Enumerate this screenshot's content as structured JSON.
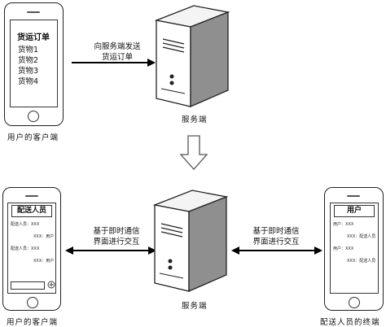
{
  "top": {
    "phone_caption": "用户的客户端",
    "order": {
      "title": "货运订单",
      "items": [
        "货物1",
        "货物2",
        "货物3",
        "货物4"
      ]
    },
    "arrow_label_line1": "向服务端发送",
    "arrow_label_line2": "货运订单",
    "server_caption": "服务端"
  },
  "bottom": {
    "left_phone_caption": "用户的客户端",
    "left_chat_title": "配送人员",
    "left_messages": [
      "配送人员：XXX",
      "XXX：用户",
      "配送人员：XXX",
      "XXX：用户"
    ],
    "left_arrow_line1": "基于即时通信",
    "left_arrow_line2": "界面进行交互",
    "server_caption": "服务端",
    "right_arrow_line1": "基于即时通信",
    "right_arrow_line2": "界面进行交互",
    "right_phone_caption": "配送人员的终端",
    "right_chat_title": "用户",
    "right_messages": [
      "用户：XXX",
      "XXX：配送人员",
      "用户：XXX",
      "XXX：配送人员"
    ]
  }
}
